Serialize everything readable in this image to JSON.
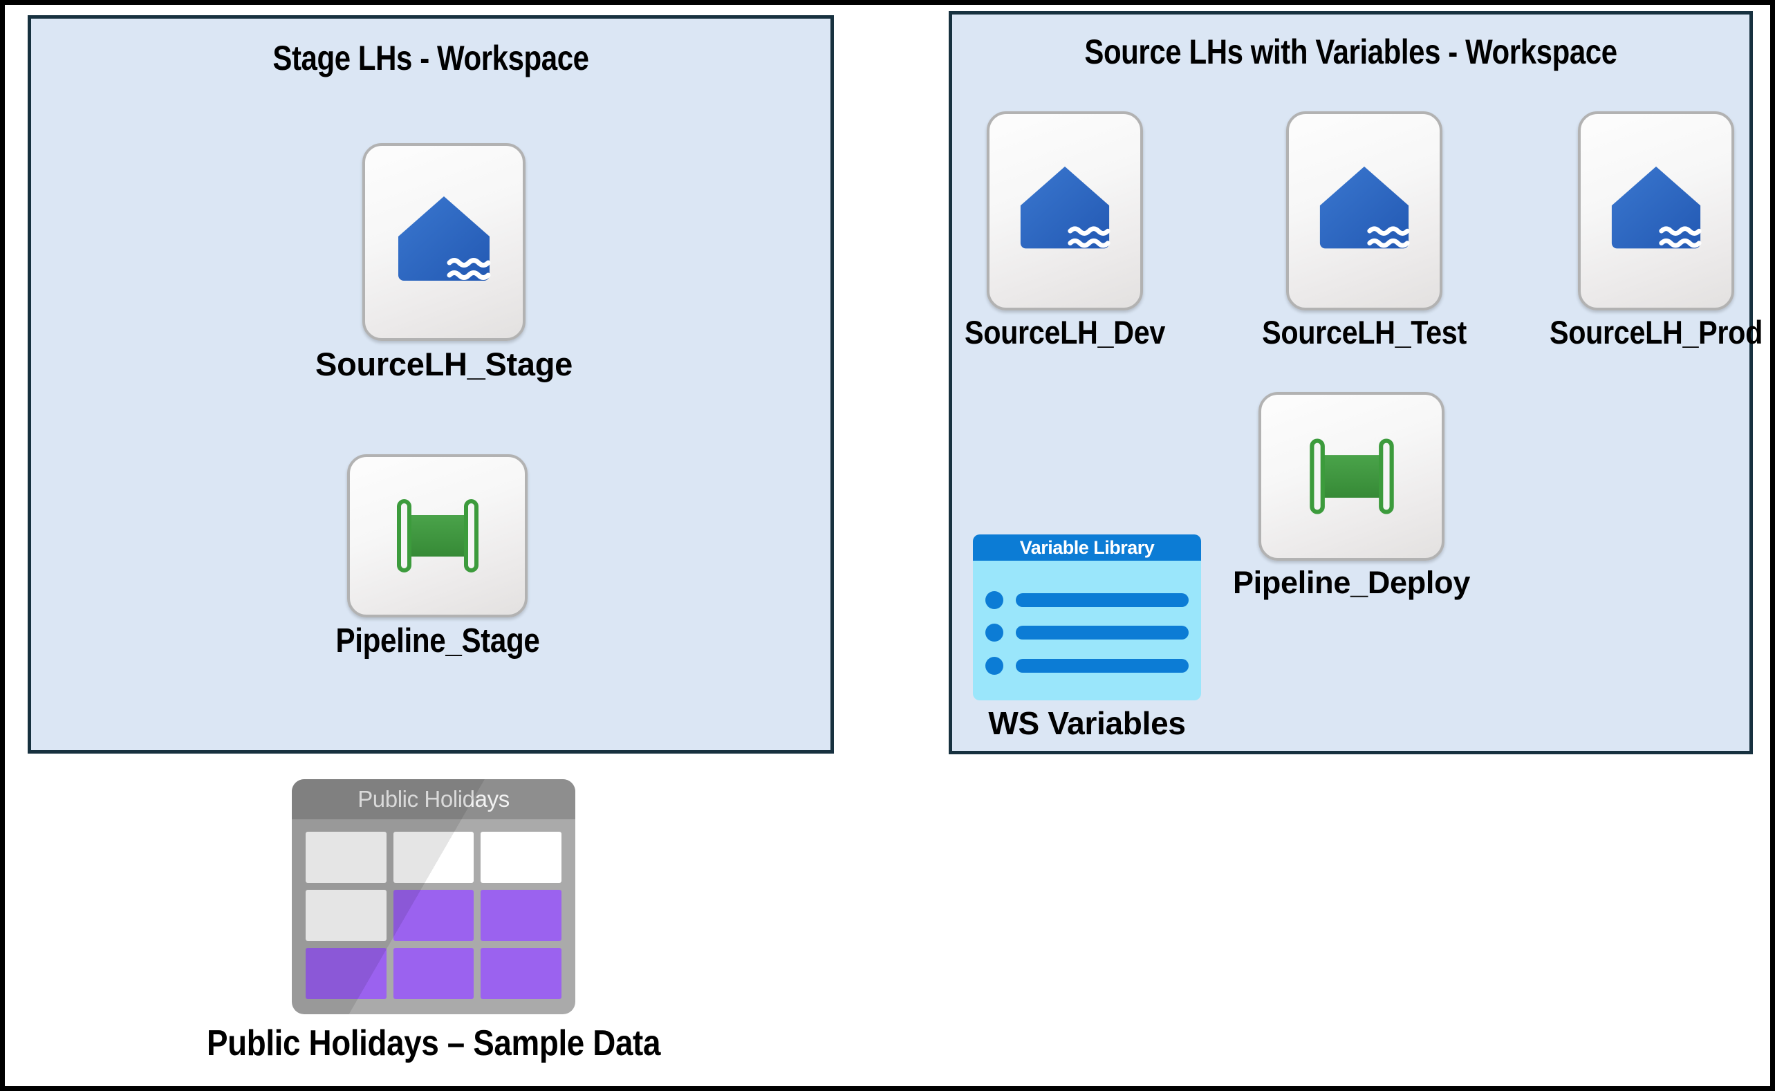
{
  "diagram": {
    "title_left": "Stage LHs - Workspace",
    "title_right": "Source LHs with Variables - Workspace"
  },
  "colors": {
    "frame": "#000000",
    "workspace_fill": "#dbe6f4",
    "workspace_border": "#17313f",
    "lakehouse_blue": "#2d6ec7",
    "pipeline_green": "#3e9b3e",
    "variable_header_blue": "#0c7cd5",
    "variable_body_cyan": "#9ae6fb",
    "table_gray": "#aaaaaa",
    "table_header_gray": "#8e8e8e",
    "table_cell_purple": "#9b62ef",
    "table_cell_white": "#ffffff"
  },
  "workspaces": [
    {
      "id": "stage",
      "title": "Stage LHs - Workspace",
      "items": [
        {
          "label": "SourceLH_Stage",
          "icon": "lakehouse-icon"
        },
        {
          "label": "Pipeline_Stage",
          "icon": "pipeline-icon"
        }
      ]
    },
    {
      "id": "source",
      "title": "Source LHs with Variables - Workspace",
      "items": [
        {
          "label": "SourceLH_Dev",
          "icon": "lakehouse-icon"
        },
        {
          "label": "SourceLH_Test",
          "icon": "lakehouse-icon"
        },
        {
          "label": "SourceLH_Prod",
          "icon": "lakehouse-icon"
        },
        {
          "label": "Pipeline_Deploy",
          "icon": "pipeline-icon"
        },
        {
          "label": "WS Variables",
          "icon": "variable-library-icon",
          "header": "Variable Library",
          "rows": 3
        }
      ]
    }
  ],
  "standalone": {
    "label": "Public Holidays – Sample Data",
    "icon": "table-icon",
    "header": "Public Holidays",
    "grid": [
      [
        "white",
        "white",
        "white"
      ],
      [
        "white",
        "purple",
        "purple"
      ],
      [
        "purple",
        "purple",
        "purple"
      ]
    ]
  }
}
